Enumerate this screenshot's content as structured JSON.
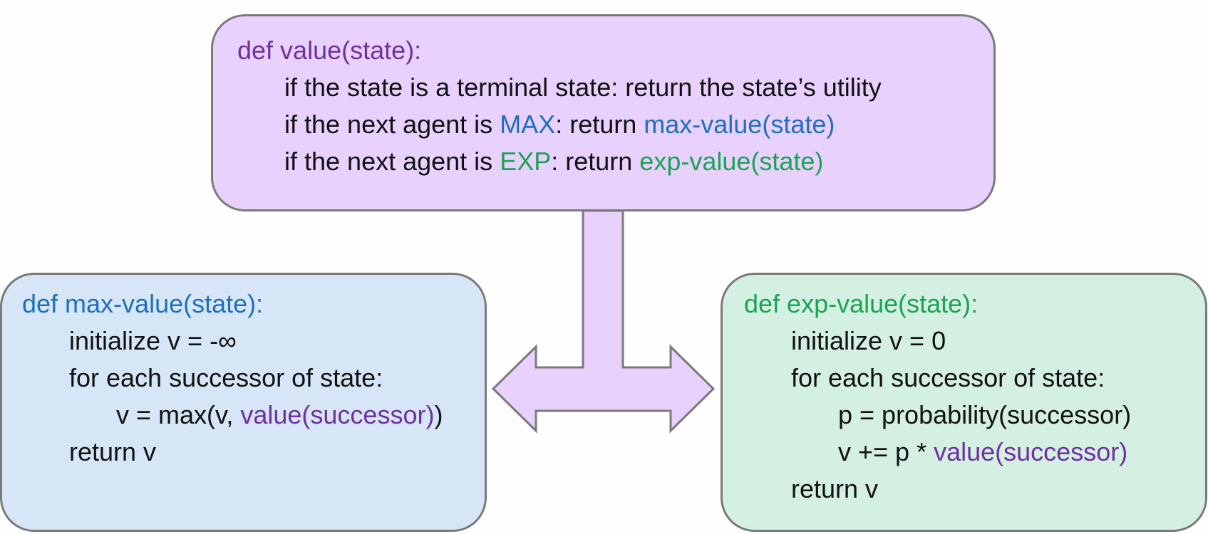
{
  "colors": {
    "value": "#7030a0",
    "max": "#1f6fbf",
    "exp": "#1aa355",
    "value_box_fill": "#e9d1fd",
    "max_box_fill": "#d6e6f6",
    "exp_box_fill": "#d4f0e2",
    "border": "#7a7a7a"
  },
  "value_fn": {
    "def": "def value(state):",
    "l1": "if the state is a terminal state: return the state’s utility",
    "l2_pre": "if the next agent is ",
    "l2_agent": "MAX",
    "l2_mid": ": return ",
    "l2_call": "max-value(state)",
    "l3_pre": "if the next agent is ",
    "l3_agent": "EXP",
    "l3_mid": ": return ",
    "l3_call": "exp-value(state)"
  },
  "max_fn": {
    "def": "def max-value(state):",
    "l1": "initialize v = -∞",
    "l2": "for each successor of state:",
    "l3_pre": "v = max(v, ",
    "l3_call": "value(successor)",
    "l3_post": ")",
    "l4": "return v"
  },
  "exp_fn": {
    "def": "def exp-value(state):",
    "l1": "initialize v = 0",
    "l2": "for each successor of state:",
    "l3": "p = probability(successor)",
    "l4_pre": "v += p * ",
    "l4_call": "value(successor)",
    "l5": "return v"
  }
}
